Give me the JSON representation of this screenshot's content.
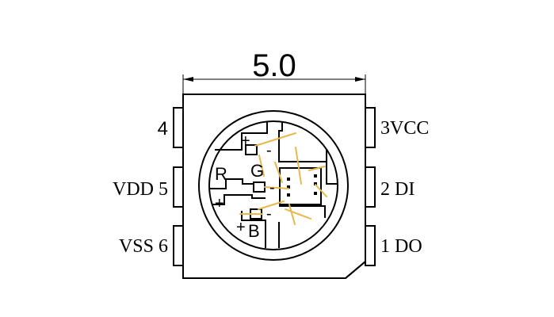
{
  "dimension": {
    "label": "5.0"
  },
  "pins": {
    "p4": "4",
    "p5": "VDD 5",
    "p6": "VSS 6",
    "p3": "3VCC",
    "p2": "2 DI",
    "p1": "1 DO"
  },
  "die": {
    "r": "R",
    "g": "G",
    "b": "B",
    "plus_top": "+",
    "plus_left": "+",
    "plus_bottom": "+",
    "minus_top": "-",
    "minus_mid": "-",
    "minus_bottom": "-"
  },
  "colors": {
    "line": "#000000",
    "wire": "#e8b84a",
    "background": "#ffffff"
  }
}
